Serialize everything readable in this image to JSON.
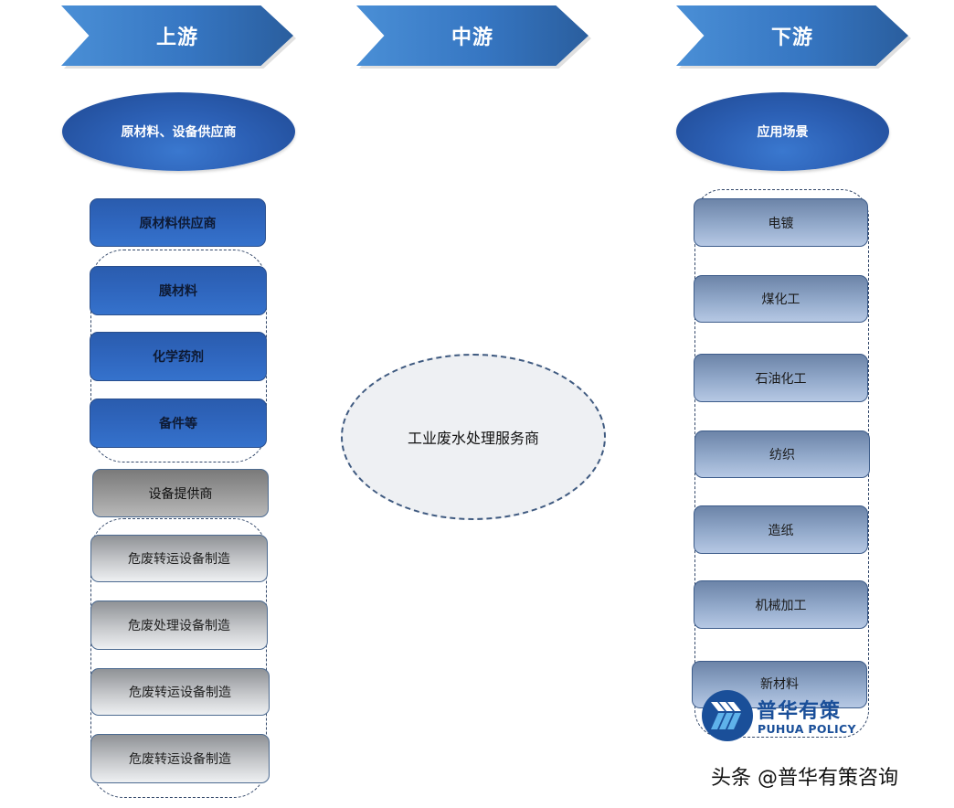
{
  "headers": {
    "upstream": "上游",
    "midstream": "中游",
    "downstream": "下游"
  },
  "upstream": {
    "category": "原材料、设备供应商",
    "raw_supplier": "原材料供应商",
    "raw_items": [
      "膜材料",
      "化学药剂",
      "备件等"
    ],
    "equipment_supplier": "设备提供商",
    "equipment_items": [
      "危废转运设备制造",
      "危废处理设备制造",
      "危废转运设备制造",
      "危废转运设备制造"
    ]
  },
  "midstream": {
    "label": "工业废水处理服务商"
  },
  "downstream": {
    "category": "应用场景",
    "items": [
      "电镀",
      "煤化工",
      "石油化工",
      "纺织",
      "造纸",
      "机械加工",
      "新材料"
    ]
  },
  "logo": {
    "cn": "普华有策",
    "en": "PUHUA POLICY",
    "icon": "triple-chevron-icon"
  },
  "watermark": "头条 @普华有策咨询",
  "colors": {
    "chevron": "#3676c2",
    "oval_blue": "#2c60b5",
    "box_blue": "#2f66be",
    "box_gray": "#9b9b9b",
    "box_lightblue": "#93aacb",
    "dashed_border": "#33486a",
    "logo_blue": "#1a4f99"
  }
}
